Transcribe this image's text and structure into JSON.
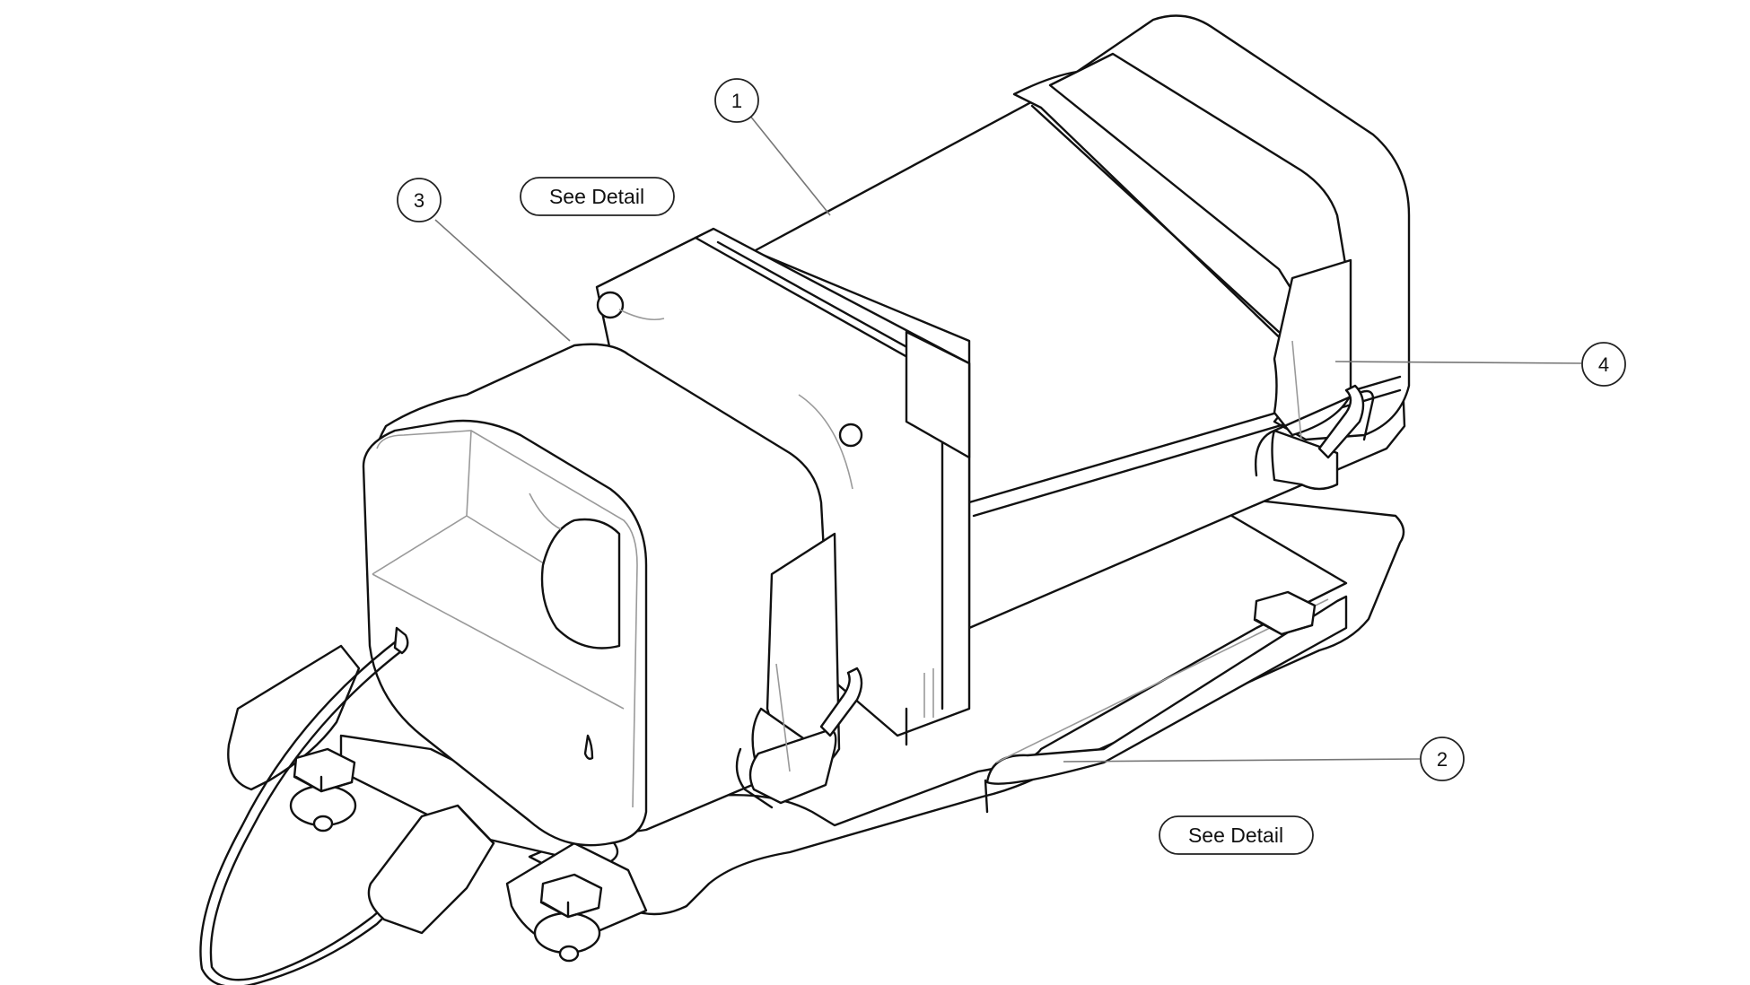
{
  "callouts": [
    {
      "number": "1"
    },
    {
      "number": "2"
    },
    {
      "number": "3"
    },
    {
      "number": "4"
    }
  ],
  "detail_links": [
    {
      "label": "See Detail"
    },
    {
      "label": "See Detail"
    }
  ]
}
